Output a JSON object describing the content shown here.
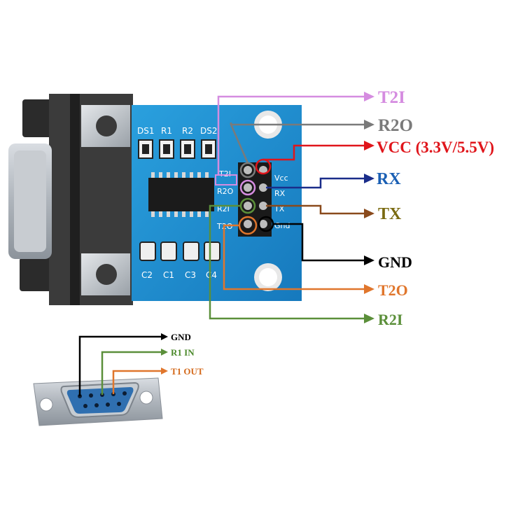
{
  "colors": {
    "t2i": "#d58ce0",
    "r2o": "#7a7a7a",
    "vcc": "#e0151b",
    "rx": "#1a2d8a",
    "tx": "#8a4a1c",
    "gnd": "#000000",
    "t2o": "#e0762c",
    "r2i": "#5b8f3a",
    "pcb": "#1c8fd0",
    "label_rx": "#1a5fb4",
    "label_tx": "#7a6a10",
    "label_r1in": "#4c8a2c",
    "label_t1out": "#d46a1c"
  },
  "labels": {
    "t2i": "T2I",
    "r2o": "R2O",
    "vcc": "VCC (3.3V/5.5V)",
    "rx": "RX",
    "tx": "TX",
    "gnd": "GND",
    "t2o": "T2O",
    "r2i": "R2I"
  },
  "db9_labels": {
    "gnd": "GND",
    "r1in": "R1 IN",
    "t1out": "T1 OUT"
  },
  "silkscreen": {
    "ds1": "DS1",
    "r1": "R1",
    "r2": "R2",
    "ds2": "DS2",
    "c2": "C2",
    "c1": "C1",
    "c3": "C3",
    "c4": "C4",
    "t2i": "T2I",
    "r2o": "R2O",
    "r2i": "R2I",
    "t2o": "T2O",
    "vcc": "Vcc",
    "rx": "RX",
    "tx": "TX",
    "gnd": "Gnd"
  },
  "icons": {
    "arrow": "arrow-right-icon",
    "board": "rs232-module-board",
    "connector": "db9-connector"
  }
}
